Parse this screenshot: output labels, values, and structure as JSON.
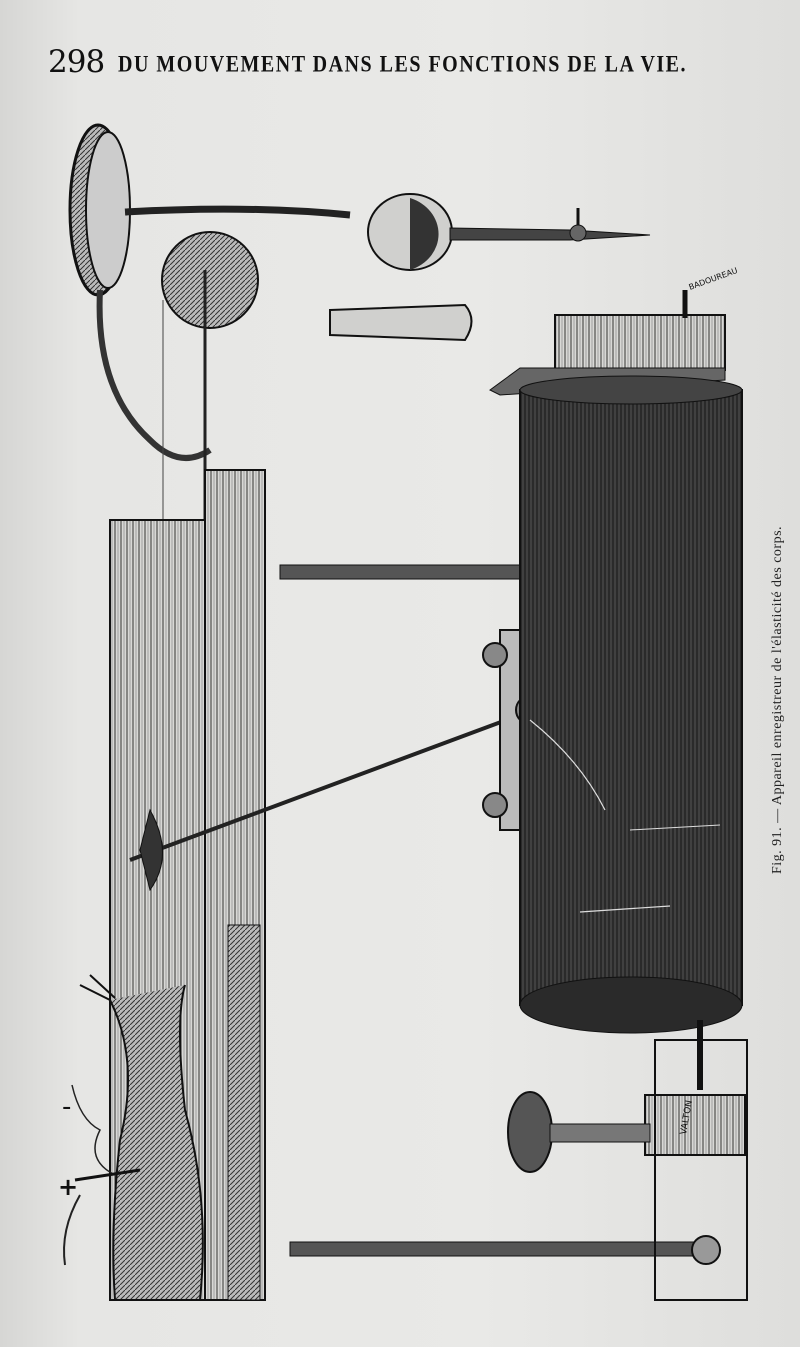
{
  "header": {
    "page_number": "298",
    "running_title": "DU MOUVEMENT DANS LES FONCTIONS DE LA VIE."
  },
  "figure": {
    "caption": "Fig. 91. — Appareil enregistreur de l'élasticité des corps.",
    "engraved_labels": [
      "BADOUREAU",
      "VALTON"
    ],
    "colors": {
      "ink": "#1a1a1a",
      "paper": "#e8e8e6"
    }
  }
}
